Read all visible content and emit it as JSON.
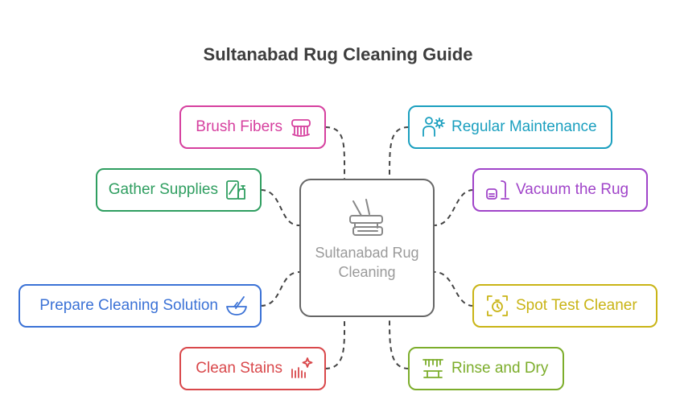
{
  "title": "Sultanabad Rug Cleaning Guide",
  "center": {
    "label": "Sultanabad Rug Cleaning",
    "color": "#666666",
    "icon": "rug-cleaning-icon"
  },
  "nodes": {
    "brush": {
      "label": "Brush Fibers",
      "color": "#d6409f",
      "icon": "brush-icon"
    },
    "gather": {
      "label": "Gather Supplies",
      "color": "#2f9e60",
      "icon": "spray-bottle-icon"
    },
    "prepare": {
      "label": "Prepare Cleaning Solution",
      "color": "#3b72d6",
      "icon": "mixing-bowl-icon"
    },
    "stains": {
      "label": "Clean Stains",
      "color": "#d9484b",
      "icon": "sparkle-scrub-icon"
    },
    "maintenance": {
      "label": "Regular Maintenance",
      "color": "#1a9fbf",
      "icon": "person-gear-icon"
    },
    "vacuum": {
      "label": "Vacuum the Rug",
      "color": "#a044c9",
      "icon": "vacuum-icon"
    },
    "spot": {
      "label": "Spot Test Cleaner",
      "color": "#c9b416",
      "icon": "timer-test-icon"
    },
    "rinse": {
      "label": "Rinse and Dry",
      "color": "#7cad2b",
      "icon": "drying-rack-icon"
    }
  }
}
